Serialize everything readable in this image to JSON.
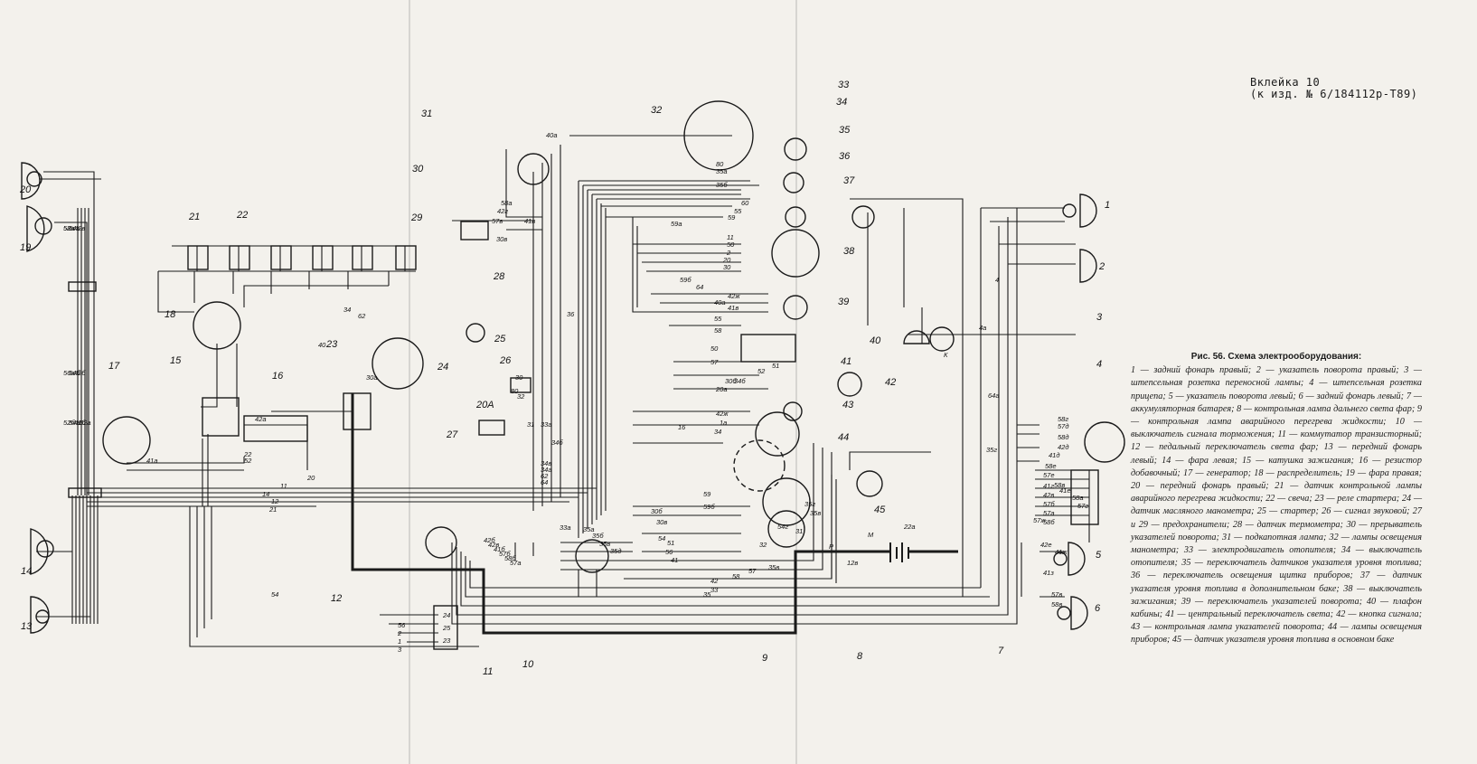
{
  "insert": {
    "line1": "Вклейка 10",
    "line2": "(к изд. № 6/184112р-Т89)"
  },
  "caption": {
    "title": "Рис. 56. Схема электрооборудования:",
    "body": "1 — задний фонарь правый; 2 — указатель поворота правый; 3 — штепсельная розетка переносной лампы; 4 — штепсельная розетка прицепа; 5 — указатель поворота левый; 6 — задний фонарь левый; 7 — аккумуляторная батарея; 8 — контрольная лампа дальнего света фар; 9 — контрольная лампа аварийного перегрева жидкости; 10 — выключатель сигнала торможения; 11 — коммутатор транзисторный; 12 — педальный переключатель света фар; 13 — передний фонарь левый; 14 — фара левая; 15 — катушка зажигания; 16 — резистор добавочный; 17 — генератор; 18 — распределитель; 19 — фара правая; 20 — передний фонарь правый; 21 — датчик контрольной лампы аварийного перегрева жидкости; 22 — свеча; 23 — реле стартера; 24 — датчик масляного манометра; 25 — стартер; 26 — сигнал звуковой; 27 и 29 — предохранители; 28 — датчик термометра; 30 — прерыватель указателей поворота; 31 — подкапотная лампа; 32 — лампы освещения манометра; 33 — электродвигатель отопителя; 34 — выключатель отопителя; 35 — переключатель датчиков указателя уровня топлива; 36 — переключатель освещения щитка приборов; 37 — датчик указателя уровня топлива в дополнительном баке; 38 — выключатель зажигания; 39 — переключатель указателей поворота; 40 — плафон кабины; 41 — центральный переключатель света; 42 — кнопка сигнала; 43 — контрольная лампа указателей поворота; 44 — лампы освещения приборов; 45 — датчик указателя уровня топлива в основном баке"
  },
  "components": [
    {
      "num": "1"
    },
    {
      "num": "2"
    },
    {
      "num": "3"
    },
    {
      "num": "4"
    },
    {
      "num": "5"
    },
    {
      "num": "6"
    },
    {
      "num": "7"
    },
    {
      "num": "8"
    },
    {
      "num": "9"
    },
    {
      "num": "10"
    },
    {
      "num": "11"
    },
    {
      "num": "12"
    },
    {
      "num": "13"
    },
    {
      "num": "14"
    },
    {
      "num": "15"
    },
    {
      "num": "16"
    },
    {
      "num": "17"
    },
    {
      "num": "18"
    },
    {
      "num": "19"
    },
    {
      "num": "20"
    },
    {
      "num": "21"
    },
    {
      "num": "22"
    },
    {
      "num": "23"
    },
    {
      "num": "24"
    },
    {
      "num": "25"
    },
    {
      "num": "26"
    },
    {
      "num": "27"
    },
    {
      "num": "20А"
    },
    {
      "num": "28"
    },
    {
      "num": "29"
    },
    {
      "num": "30"
    },
    {
      "num": "31"
    },
    {
      "num": "32"
    },
    {
      "num": "33"
    },
    {
      "num": "34"
    },
    {
      "num": "35"
    },
    {
      "num": "36"
    },
    {
      "num": "37"
    },
    {
      "num": "38"
    },
    {
      "num": "39"
    },
    {
      "num": "40"
    },
    {
      "num": "41"
    },
    {
      "num": "42"
    },
    {
      "num": "43"
    },
    {
      "num": "44"
    },
    {
      "num": "45"
    }
  ],
  "wire_labels": [
    "52в",
    "54в",
    "42в",
    "56а",
    "54б",
    "42б",
    "52б",
    "54а",
    "41б",
    "52а",
    "40а",
    "80",
    "35а",
    "35б",
    "60",
    "55",
    "59",
    "59а",
    "11",
    "50",
    "2",
    "20",
    "30",
    "59б",
    "64",
    "42ж",
    "40а",
    "41в",
    "55",
    "58",
    "50",
    "57",
    "51",
    "52",
    "34б",
    "30б",
    "20а",
    "42ж",
    "1а",
    "16",
    "34",
    "59",
    "59б",
    "30б",
    "30в",
    "54",
    "51",
    "56",
    "41",
    "42",
    "33",
    "35",
    "58",
    "57",
    "35в",
    "54г",
    "32",
    "31",
    "35г",
    "35в",
    "42г",
    "58а",
    "57в",
    "41в",
    "30в",
    "34",
    "62",
    "40",
    "30а",
    "30",
    "80",
    "32",
    "31",
    "33а",
    "36",
    "34б",
    "34в",
    "34а",
    "62",
    "64",
    "14",
    "11",
    "20",
    "12",
    "21",
    "22",
    "52",
    "41а",
    "42а",
    "54",
    "56",
    "2",
    "1",
    "3",
    "24",
    "25",
    "23",
    "22а",
    "М",
    "К",
    "Р",
    "12в",
    "4",
    "4а",
    "64а",
    "35г",
    "58г",
    "57д",
    "58д",
    "42д",
    "41д",
    "58е",
    "57е",
    "41г",
    "42в",
    "57б",
    "57а",
    "58б",
    "58в",
    "41е",
    "58а",
    "57г",
    "57ж",
    "42е",
    "41ж",
    "41з",
    "57в",
    "58в",
    "33а",
    "35а",
    "35б",
    "35в",
    "35д",
    "42б",
    "42в",
    "41б",
    "57б",
    "58б",
    "57а",
    "58а"
  ]
}
